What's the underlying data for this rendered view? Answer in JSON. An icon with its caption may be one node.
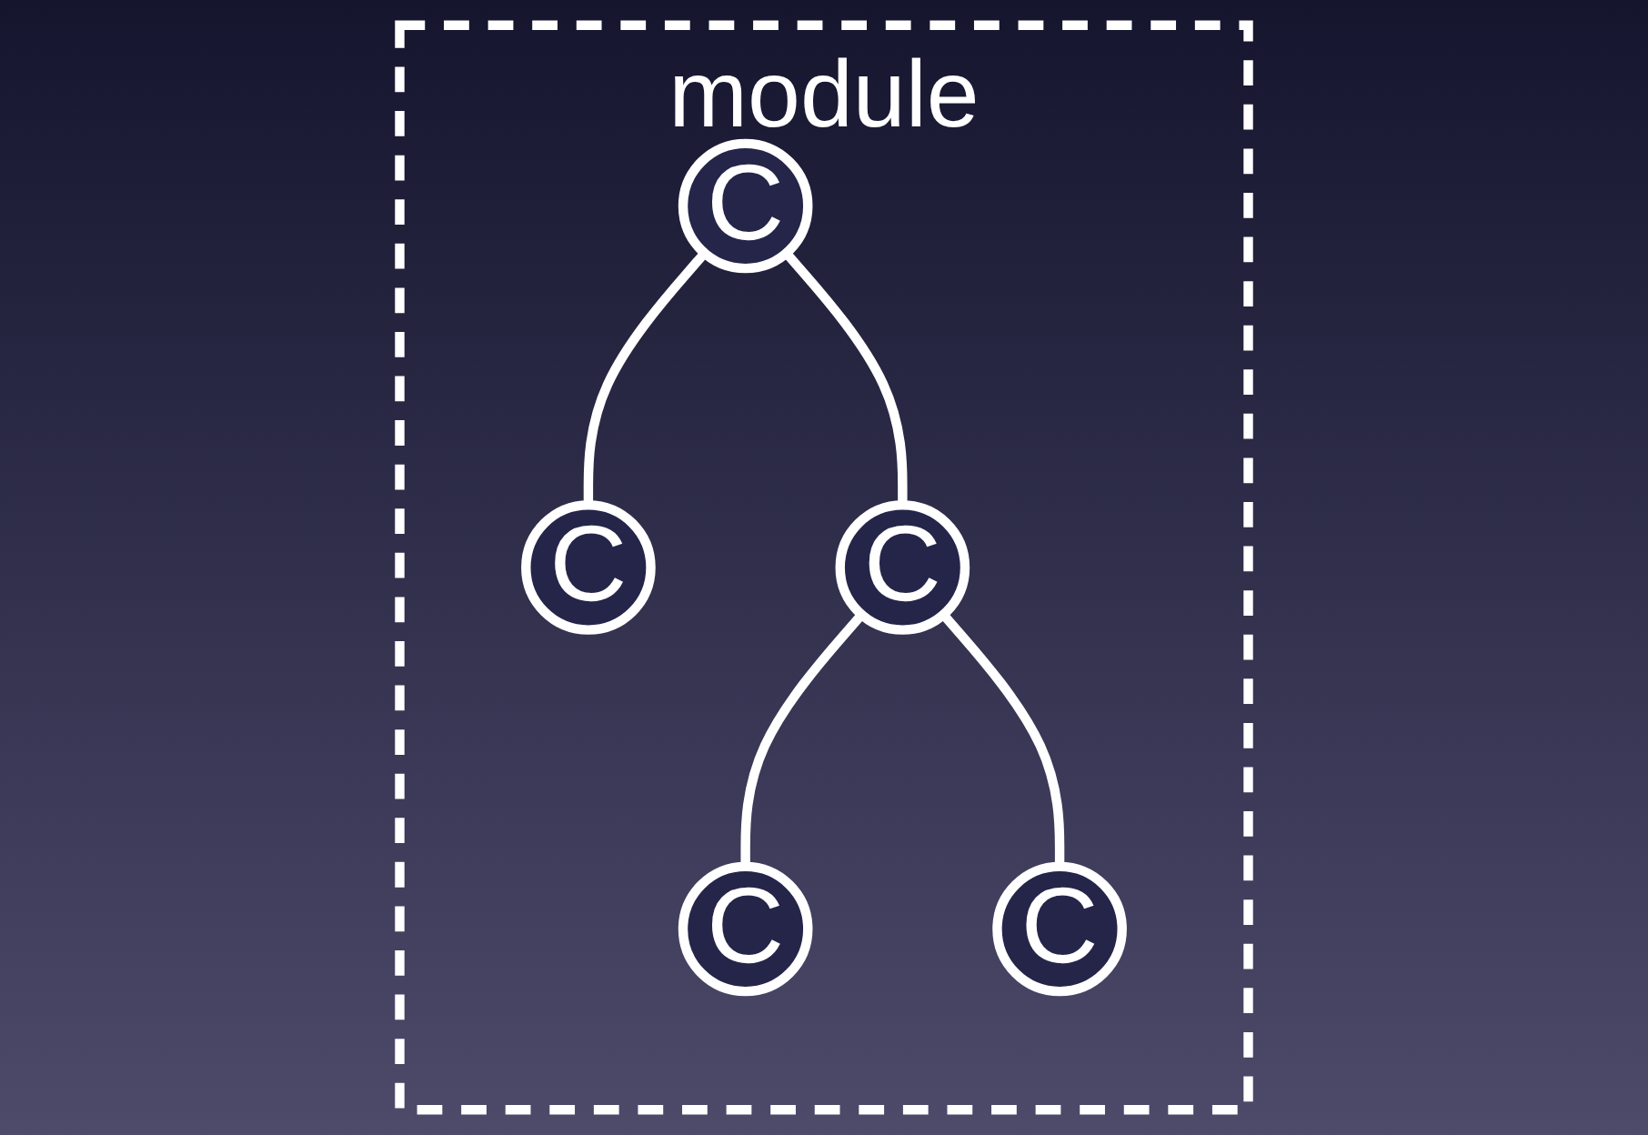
{
  "diagram": {
    "nodes": [
      {
        "text": [
          "module"
        ]
      },
      {
        "text": [
          "C"
        ],
        "in": 0
      },
      {
        "text": [
          "C"
        ],
        "in": 0
      },
      {
        "text": [
          "C"
        ],
        "in": 0
      },
      {
        "text": [
          "C"
        ],
        "in": 0
      },
      {
        "text": [
          "C"
        ],
        "in": 0
      }
    ],
    "edges": [
      {
        "from": 1,
        "to": 3,
        "arrow": "none"
      },
      {
        "from": 1,
        "to": 2,
        "arrow": "none"
      },
      {
        "from": 2,
        "to": 4,
        "arrow": "none"
      },
      {
        "from": 2,
        "to": 5,
        "arrow": "none"
      }
    ]
  }
}
